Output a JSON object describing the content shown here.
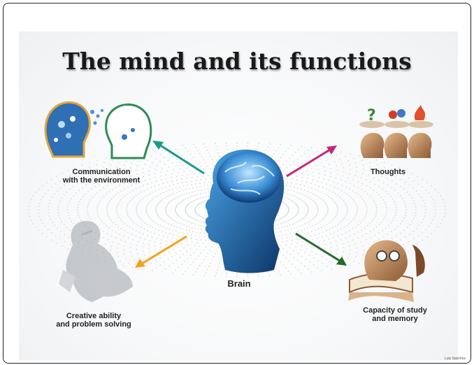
{
  "title": "The mind and its functions",
  "center": {
    "label": "Brain"
  },
  "functions": [
    {
      "id": "communication",
      "label": "Communication\nwith the environment",
      "arrow_color": "#1a9a8e"
    },
    {
      "id": "thoughts",
      "label": "Thoughts",
      "arrow_color": "#c2287a"
    },
    {
      "id": "creative",
      "label": "Creative ability\nand problem solving",
      "arrow_color": "#f3a21c"
    },
    {
      "id": "study",
      "label": "Capacity of study\nand memory",
      "arrow_color": "#256b2c"
    }
  ],
  "credit": "Luis Sanchez"
}
